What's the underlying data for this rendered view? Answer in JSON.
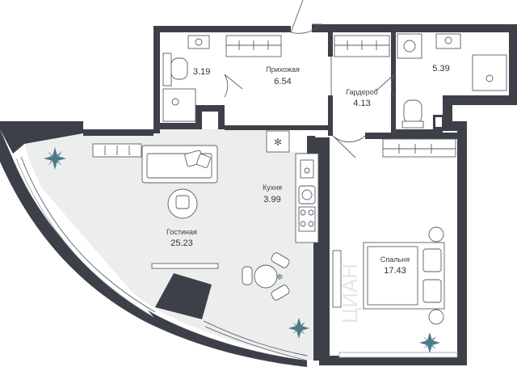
{
  "rooms": {
    "bath_small": {
      "area": "3.19"
    },
    "hallway": {
      "label": "Прихожая",
      "area": "6.54"
    },
    "bath_large": {
      "area": "5.39"
    },
    "wardrobe": {
      "label": "Гардероб",
      "area": "4.13"
    },
    "kitchen": {
      "label": "Кухня",
      "area": "3.99"
    },
    "living": {
      "label": "Гостиная",
      "area": "25.23"
    },
    "bedroom": {
      "label": "Спальня",
      "area": "17.43"
    }
  },
  "colors": {
    "wall": "#3d4048",
    "floor_grey": "#eceeee",
    "window": "#8fa4ae",
    "plant": "#4c7a86"
  },
  "watermark": {
    "text": "ЦИАН",
    "text2": "ЦИАН"
  }
}
